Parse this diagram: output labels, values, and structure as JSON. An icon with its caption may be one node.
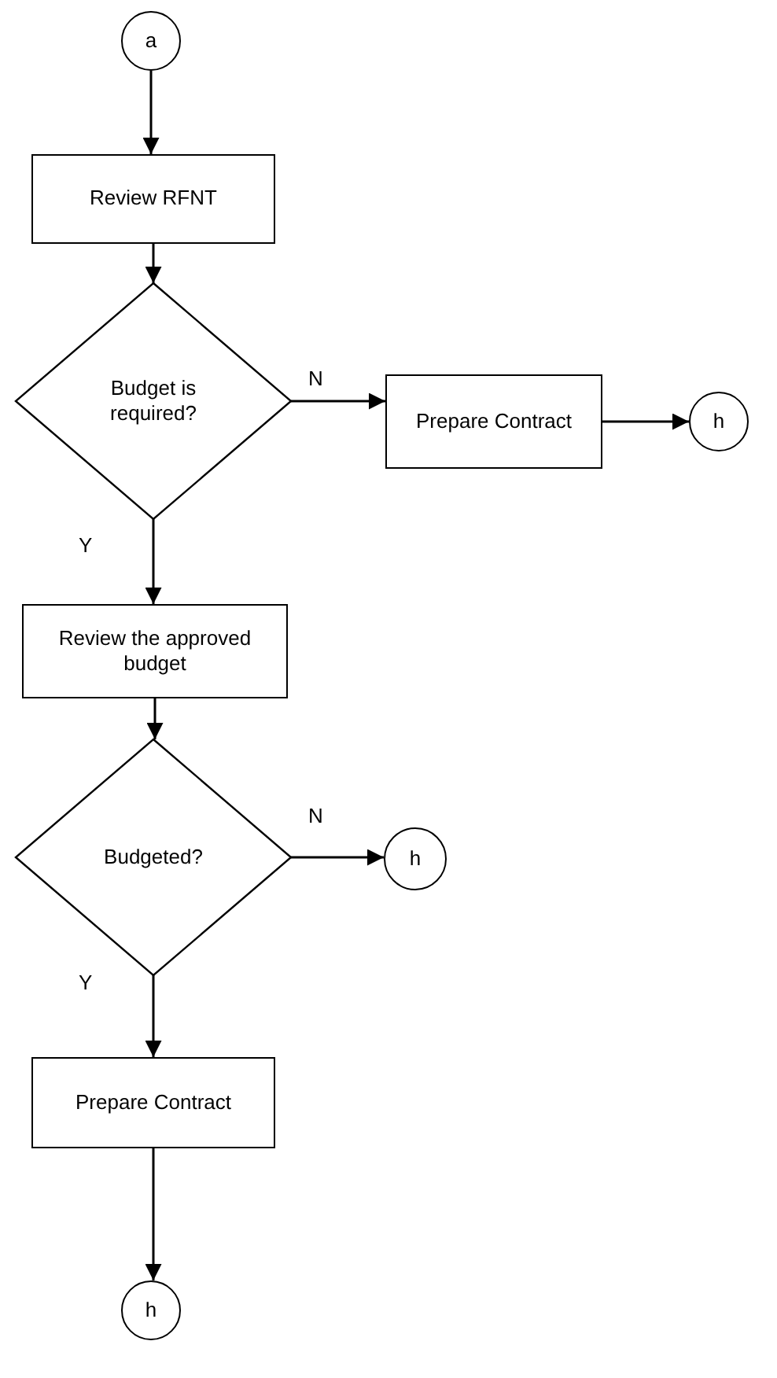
{
  "diagram": {
    "nodes": [
      {
        "text": [
          "a"
        ]
      },
      {
        "text": [
          "Review RFNT"
        ]
      },
      {
        "text": [
          "Budget is required?"
        ]
      },
      {
        "text": [
          "Prepare Contract"
        ]
      },
      {
        "text": [
          "h"
        ]
      },
      {
        "text": [
          "Review the approved budget"
        ]
      },
      {
        "text": [
          "Budgeted?"
        ]
      },
      {
        "text": [
          "h"
        ]
      },
      {
        "text": [
          "Prepare Contract"
        ]
      },
      {
        "text": [
          "h"
        ]
      }
    ],
    "edges": [
      {
        "from": 0,
        "to": 1,
        "arrow": "to"
      },
      {
        "from": 1,
        "to": 2,
        "arrow": "to"
      },
      {
        "from": 2,
        "to": 3,
        "arrow": "to",
        "label": "N"
      },
      {
        "from": 3,
        "to": 4,
        "arrow": "to"
      },
      {
        "from": 2,
        "to": 5,
        "arrow": "to",
        "label": "Y"
      },
      {
        "from": 5,
        "to": 6,
        "arrow": "to"
      },
      {
        "from": 6,
        "to": 7,
        "arrow": "to",
        "label": "N"
      },
      {
        "from": 6,
        "to": 8,
        "arrow": "to",
        "label": "Y"
      },
      {
        "from": 8,
        "to": 9,
        "arrow": "to"
      }
    ]
  }
}
